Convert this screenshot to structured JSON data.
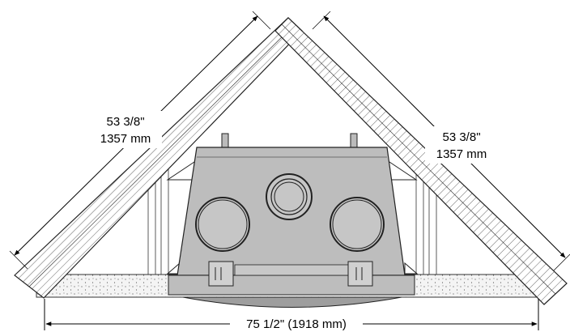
{
  "diagram": {
    "left_wall_dimension": {
      "imperial": "53 3/8\"",
      "metric": "1357 mm"
    },
    "right_wall_dimension": {
      "imperial": "53 3/8\"",
      "metric": "1357 mm"
    },
    "width_dimension": "75 1/2\" (1918 mm)"
  }
}
